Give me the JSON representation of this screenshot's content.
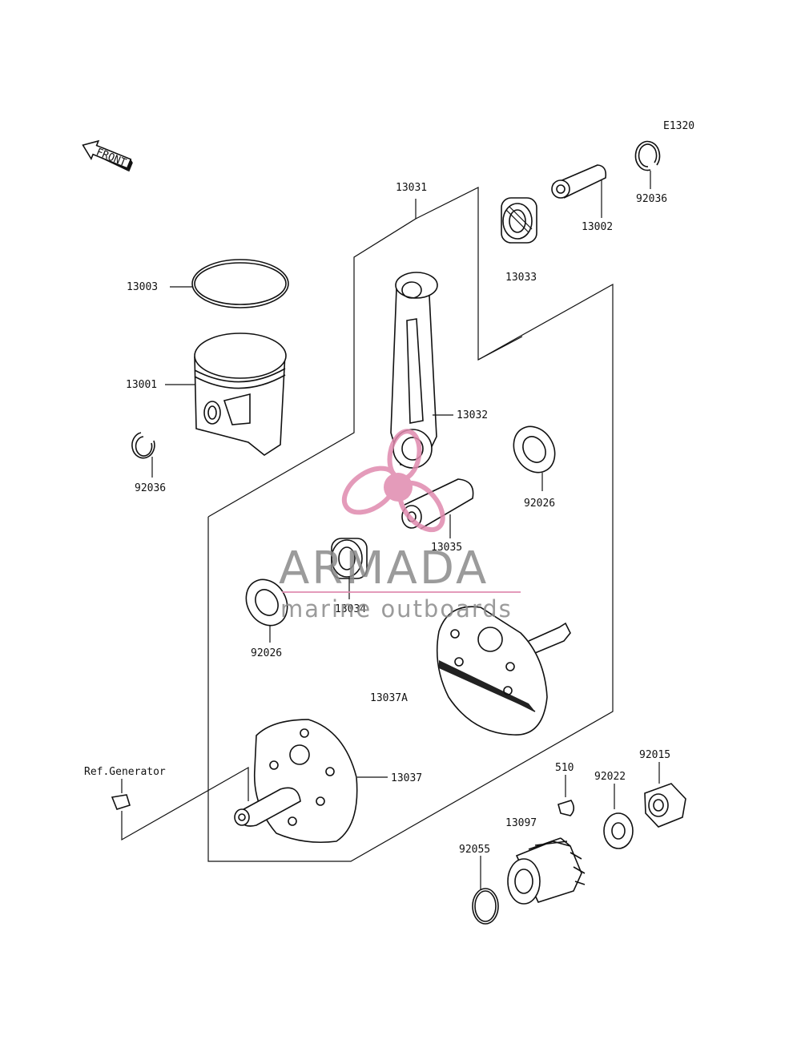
{
  "diagram_code": "E1320",
  "front_label": "FRONT",
  "ref_label": "Ref.Generator",
  "parts": {
    "p13031": "13031",
    "p13002": "13002",
    "p92036_top": "92036",
    "p13033": "13033",
    "p13003": "13003",
    "p13001": "13001",
    "p92036_left": "92036",
    "p13032": "13032",
    "p92026_right": "92026",
    "p13035": "13035",
    "p13034": "13034",
    "p92026_left": "92026",
    "p13037A": "13037A",
    "p13037": "13037",
    "p510": "510",
    "p92022": "92022",
    "p92015": "92015",
    "p13097": "13097",
    "p92055": "92055"
  },
  "watermark": {
    "brand": "ARMADA",
    "tagline": "marine outboards",
    "color_pink": "#e08aae",
    "color_gray": "#8a8a8a"
  }
}
